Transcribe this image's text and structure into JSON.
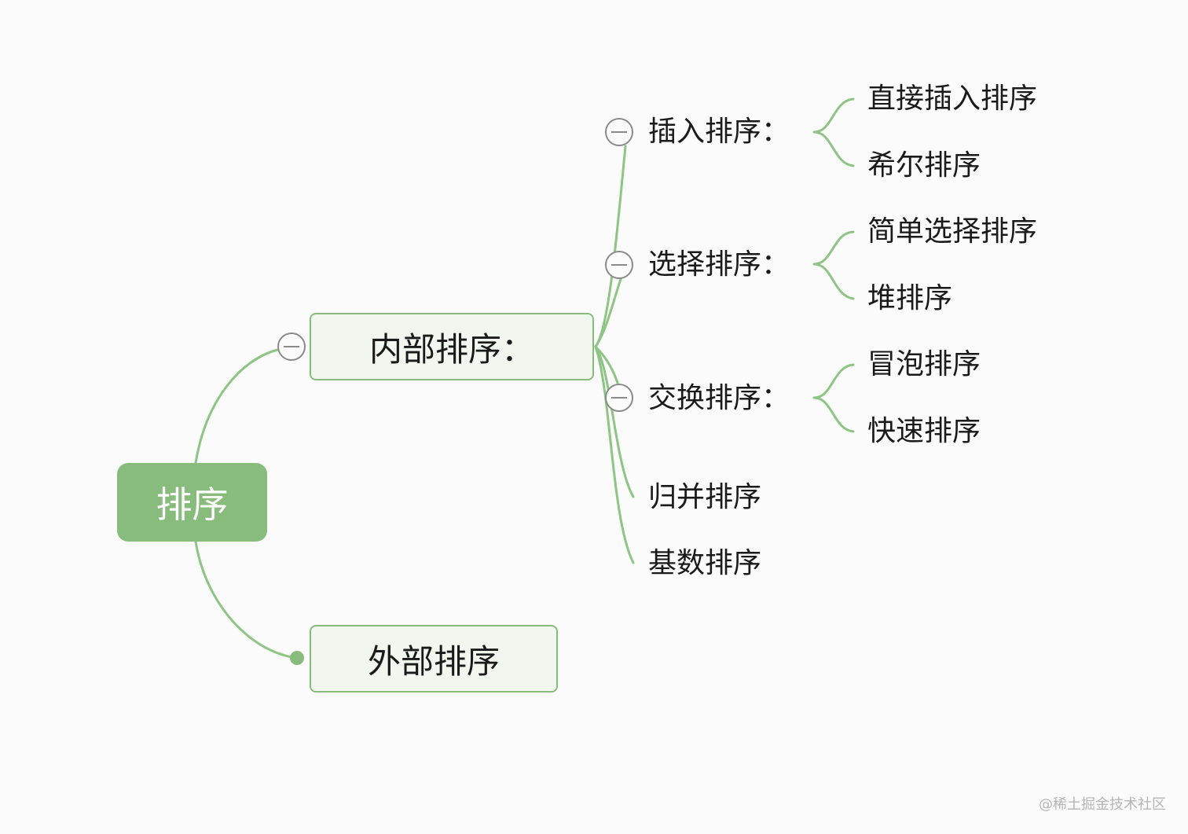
{
  "root": "排序",
  "internal": {
    "label": "内部排序：",
    "children": [
      {
        "label": "插入排序：",
        "children": [
          "直接插入排序",
          "希尔排序"
        ]
      },
      {
        "label": "选择排序：",
        "children": [
          "简单选择排序",
          "堆排序"
        ]
      },
      {
        "label": "交换排序：",
        "children": [
          "冒泡排序",
          "快速排序"
        ]
      },
      {
        "label": "归并排序"
      },
      {
        "label": "基数排序"
      }
    ]
  },
  "external": {
    "label": "外部排序"
  },
  "watermark": "@稀土掘金技术社区",
  "colors": {
    "accent": "#88bc7d",
    "node_fill": "#f1f7ee",
    "line": "#8ec484",
    "button": "#8a8a8a"
  }
}
